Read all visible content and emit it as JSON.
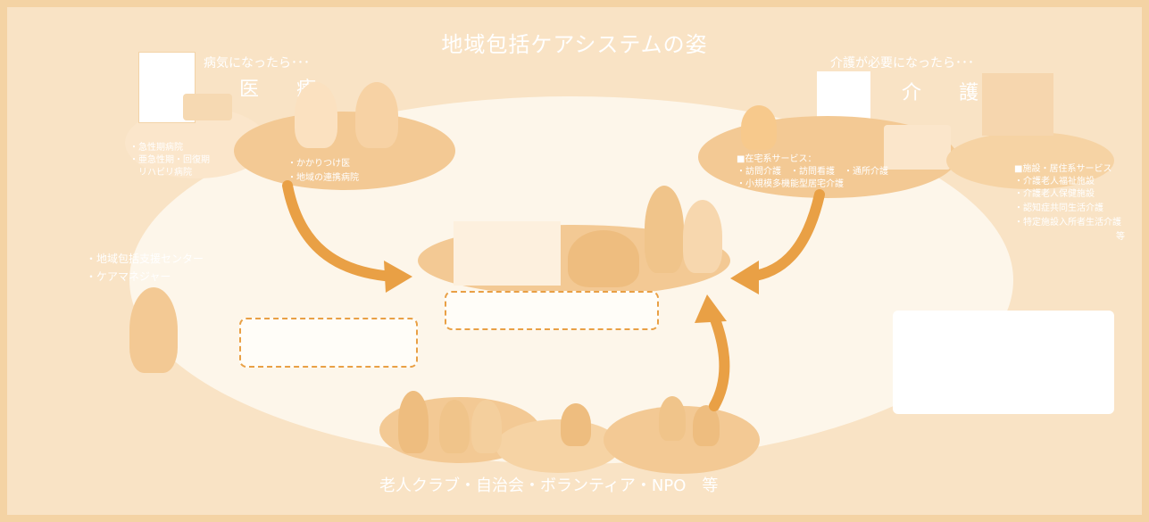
{
  "title": "地域包括ケアシステムの姿",
  "medical": {
    "prompt": "病気になったら･･･",
    "heading": "医　療",
    "hospital_lines": [
      "・急性期病院",
      "・亜急性期・回復期",
      "　リハビリ病院"
    ],
    "clinic_lines": [
      "・かかりつけ医",
      "・地域の連携病院"
    ]
  },
  "care": {
    "prompt": "介護が必要になったら･･･",
    "heading": "介　護",
    "home_service_lines": [
      "■在宅系サービス：",
      "・訪問介護　・訪問看護　・通所介護",
      "・小規模多機能型居宅介護"
    ],
    "facility_lines": [
      "■施設・居住系サービス",
      "・介護老人福祉施設",
      "・介護老人保健施設",
      "・認知症共同生活介護",
      "・特定施設入所者生活介護",
      "等"
    ]
  },
  "support": {
    "lines": [
      "・地域包括支援センター",
      "・ケアマネジャー"
    ]
  },
  "community": {
    "caption": "老人クラブ・自治会・ボランティア・NPO　等"
  },
  "colors": {
    "outer": "#f4d3a4",
    "inner": "#f9e3c5",
    "ellipse": "#fdf6ea",
    "accent": "#e9a045",
    "bubble": "#f3c994"
  }
}
